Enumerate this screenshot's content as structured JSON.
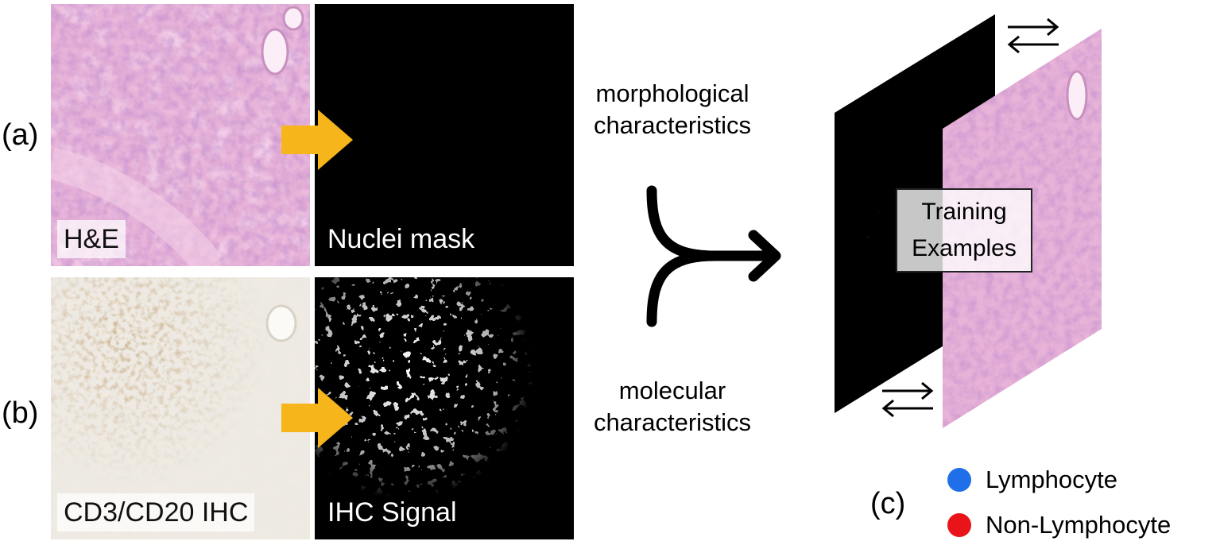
{
  "rows": {
    "a_label": "(a)",
    "b_label": "(b)",
    "c_label": "(c)"
  },
  "panels": {
    "he_label": "H&E",
    "nuclei_mask_label": "Nuclei mask",
    "ihc_label": "CD3/CD20 IHC",
    "ihc_signal_label": "IHC Signal"
  },
  "captions": {
    "morphological_line1": "morphological",
    "morphological_line2": "characteristics",
    "molecular_line1": "molecular",
    "molecular_line2": "characteristics"
  },
  "training": {
    "line1": "Training",
    "line2": "Examples"
  },
  "legend": [
    {
      "label": "Lymphocyte",
      "color": "#1f6fe8"
    },
    {
      "label": "Non-Lymphocyte",
      "color": "#e8141a"
    }
  ],
  "colors": {
    "arrow_fill": "#f7b51c",
    "he_background": "#e8b3d8",
    "ihc_background": "#efebe3",
    "mask_background": "#000000"
  },
  "icons": [
    "right-arrow-icon",
    "merge-arrow-icon",
    "swap-arrows-icon"
  ]
}
